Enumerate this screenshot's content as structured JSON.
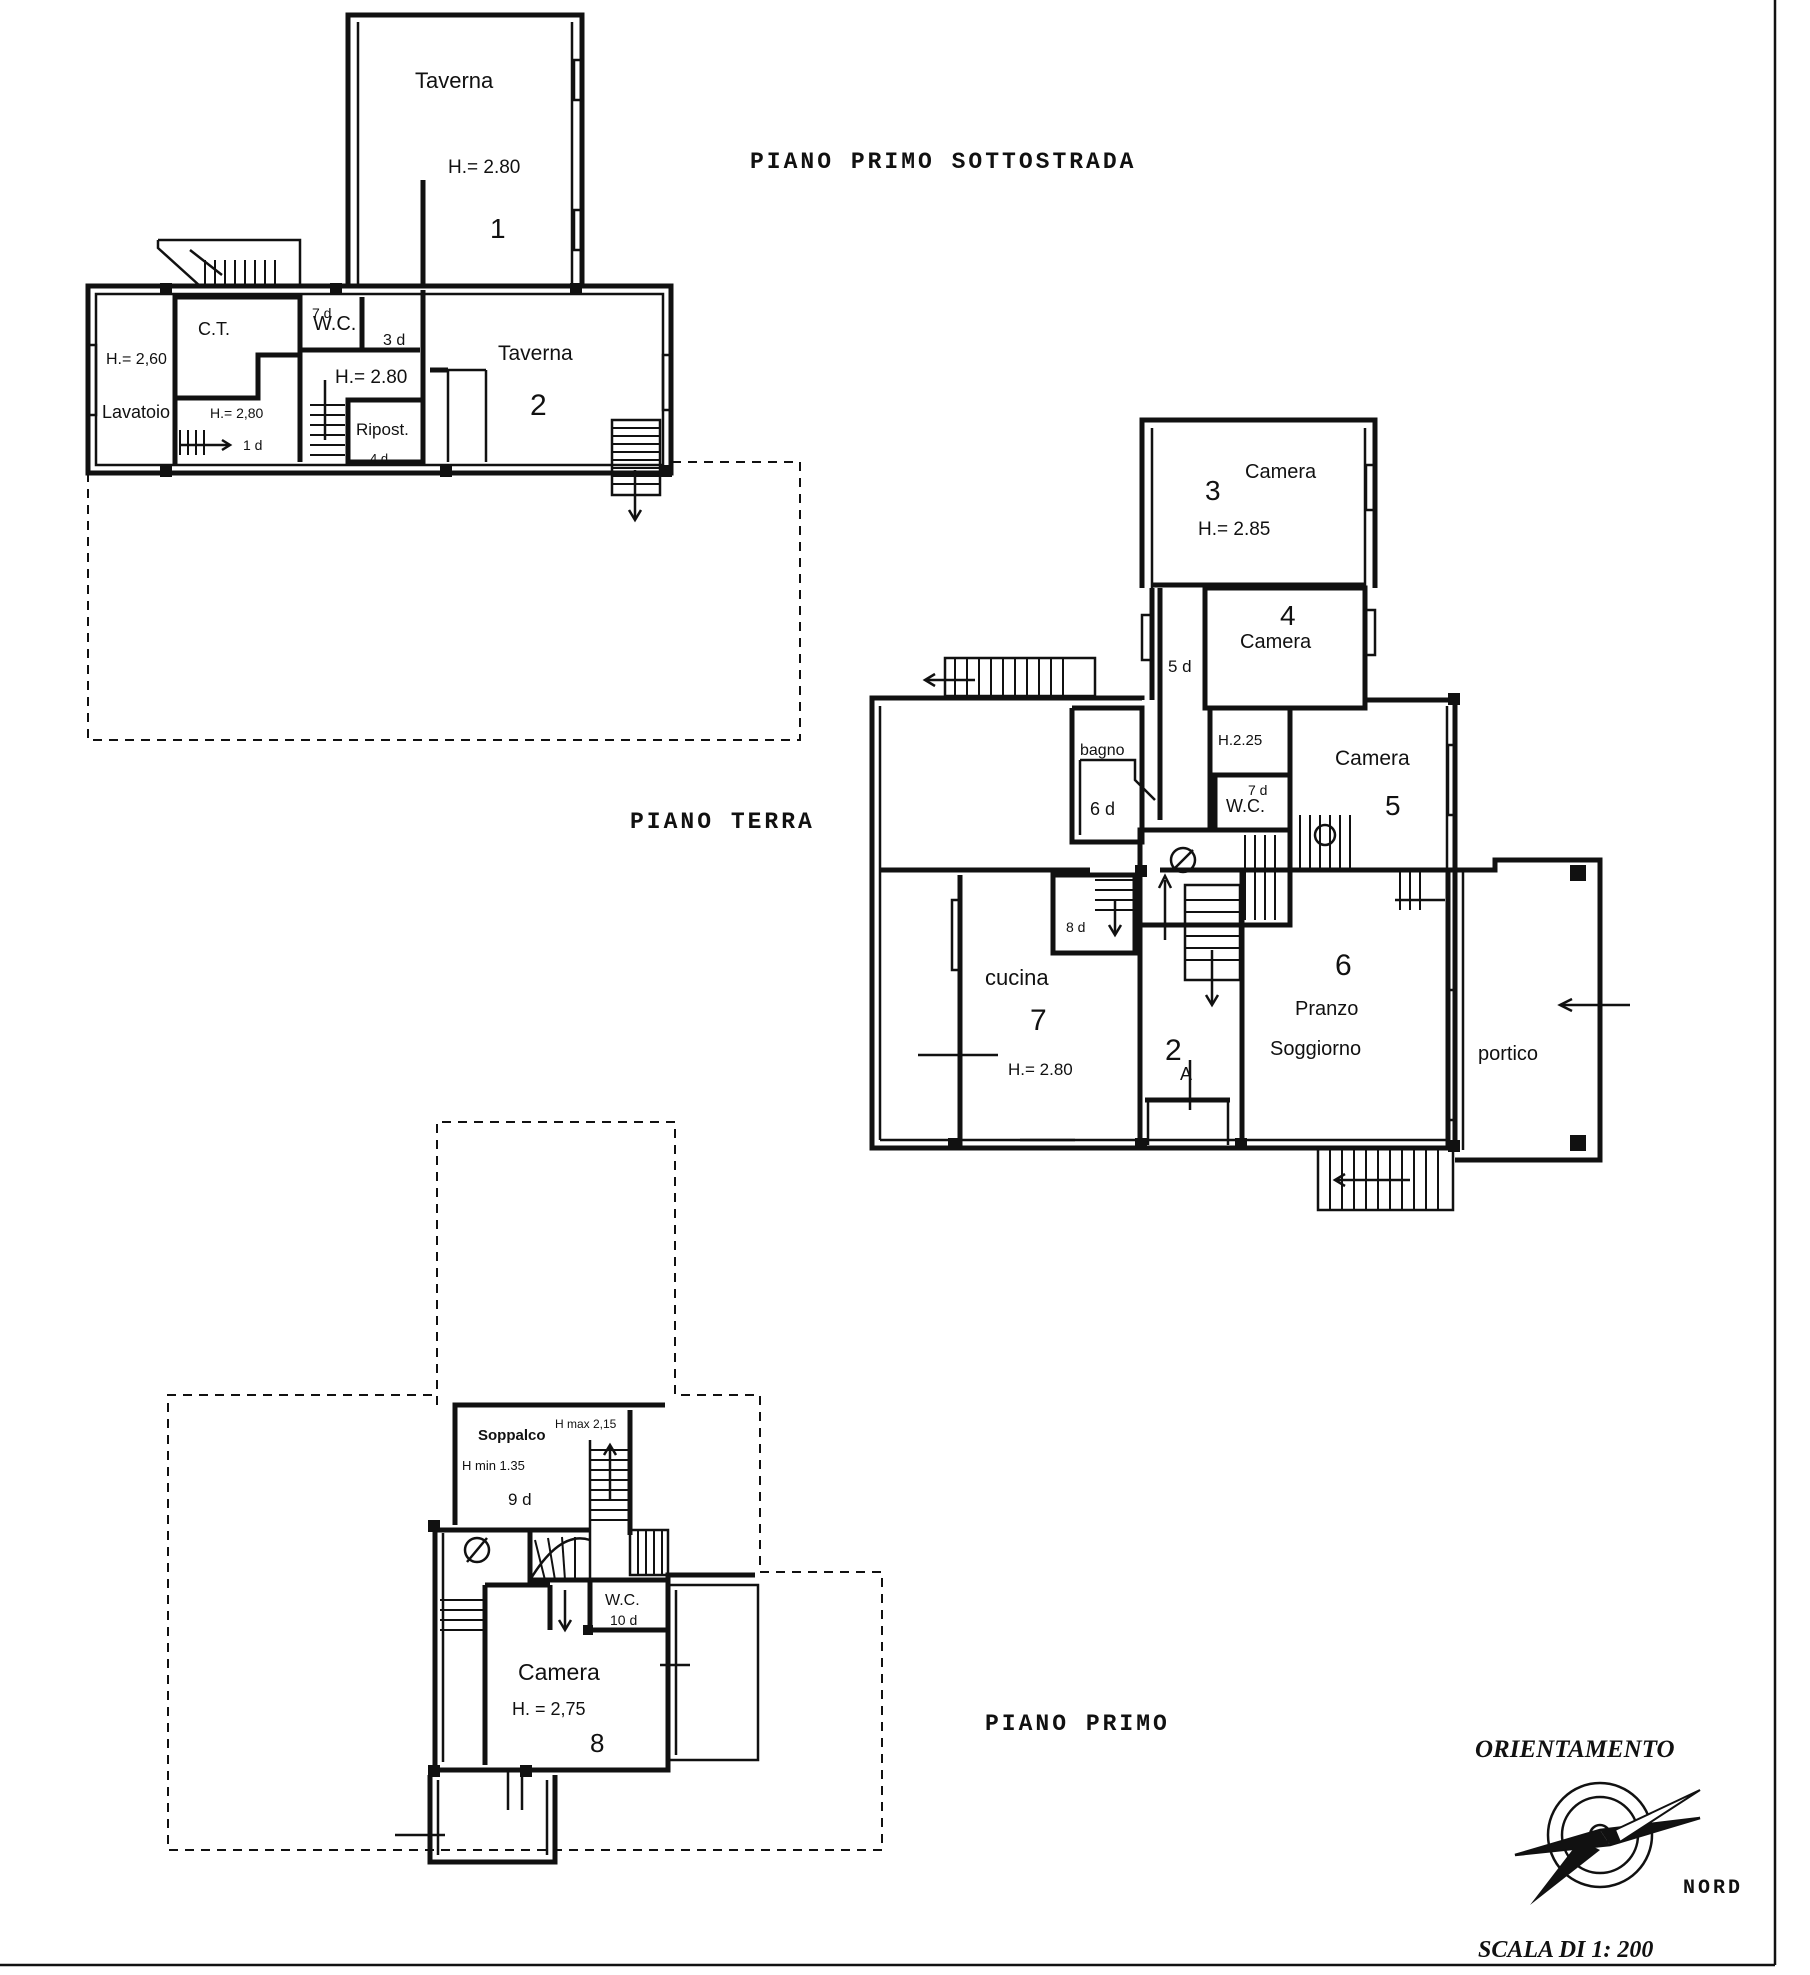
{
  "floors": {
    "basement": {
      "title": "PIANO PRIMO SOTTOSTRADA",
      "labels": {
        "taverna1_name": "Taverna",
        "taverna1_height": "H.= 2.80",
        "taverna1_num": "1",
        "ct": "C.T.",
        "wc": "W.C.",
        "wc_area": "7 d",
        "area_3": "3 d",
        "height_center": "H.= 2.80",
        "lavatoio_height": "H.= 2,60",
        "lavatoio": "Lavatoio",
        "corridor_height": "H.= 2,80",
        "area_1": "1 d",
        "ripost": "Ripost.",
        "ripost_area": "4 d",
        "taverna2_name": "Taverna",
        "taverna2_num": "2"
      }
    },
    "ground": {
      "title": "PIANO TERRA",
      "labels": {
        "camera3_num": "3",
        "camera3_name": "Camera",
        "camera3_height": "H.= 2.85",
        "camera4_num": "4",
        "camera4_name": "Camera",
        "area_5": "5 d",
        "bagno": "bagno",
        "area_6": "6 d",
        "height_225": "H.2.25",
        "wc": "W.C.",
        "wc_area": "7 d",
        "camera5_name": "Camera",
        "camera5_num": "5",
        "area_8": "8 d",
        "cucina": "cucina",
        "cucina_num": "7",
        "cucina_height": "H.= 2.80",
        "ingresso_num": "2",
        "ingresso_area": "A",
        "pranzo_num": "6",
        "pranzo": "Pranzo",
        "soggiorno": "Soggiorno",
        "portico": "portico"
      }
    },
    "first": {
      "title": "PIANO PRIMO",
      "labels": {
        "soppalco": "Soppalco",
        "hmax": "H max 2,15",
        "hmin": "H min 1.35",
        "area_9": "9 d",
        "wc": "W.C.",
        "wc_area": "10 d",
        "camera": "Camera",
        "camera_height": "H. = 2,75",
        "camera_num": "8"
      }
    }
  },
  "legend": {
    "orientation_title": "ORIENTAMENTO",
    "north": "NORD",
    "scale": "SCALA DI 1: 200"
  }
}
